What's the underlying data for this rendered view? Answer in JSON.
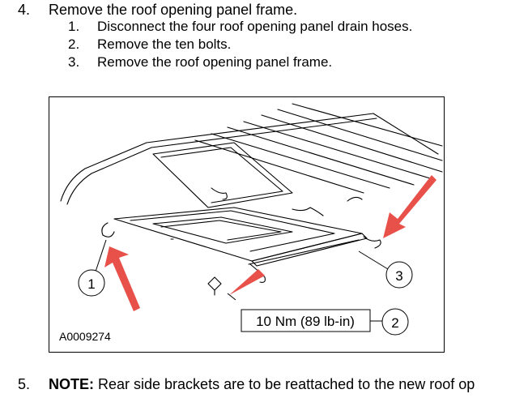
{
  "step4": {
    "number": "4.",
    "text": "Remove the roof opening panel frame.",
    "substeps": [
      {
        "number": "1.",
        "text": "Disconnect the four roof opening panel drain hoses."
      },
      {
        "number": "2.",
        "text": "Remove the ten bolts."
      },
      {
        "number": "3.",
        "text": "Remove the roof opening panel frame."
      }
    ]
  },
  "figure": {
    "callouts": [
      "1",
      "2",
      "3"
    ],
    "torque_label": "10 Nm (89 lb-in)",
    "figure_id": "A0009274",
    "arrow_color": "#e8504a"
  },
  "step5": {
    "number": "5.",
    "note_label": "NOTE:",
    "text": " Rear side brackets are to be reattached to the new roof op"
  }
}
